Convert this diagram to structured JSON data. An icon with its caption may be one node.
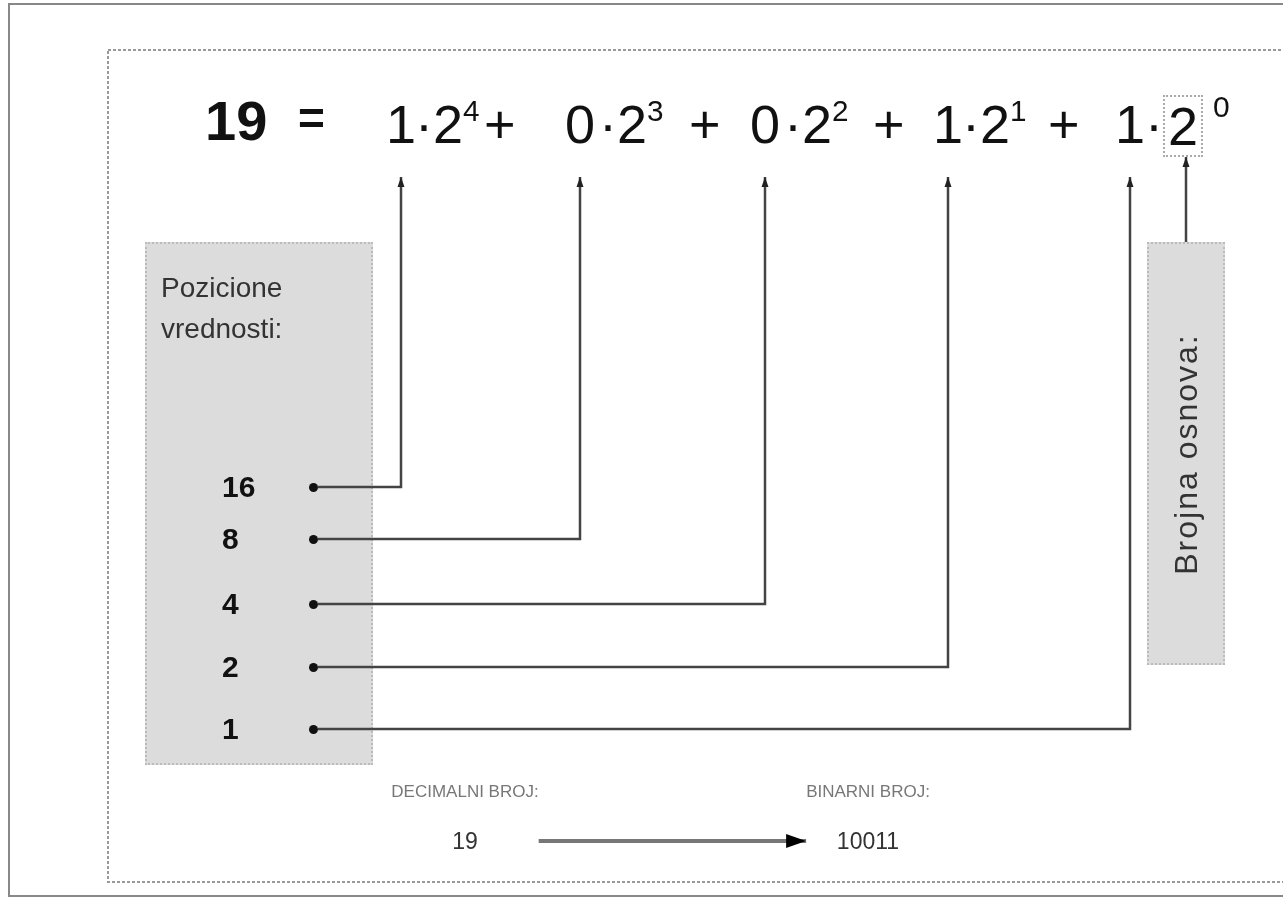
{
  "diagram": {
    "nodes": [
      {
        "text": [
          "1"
        ]
      },
      {
        "text": [
          "0"
        ]
      },
      {
        "text": [
          "0"
        ]
      },
      {
        "text": [
          "1"
        ]
      },
      {
        "text": [
          "1"
        ]
      },
      {
        "text": [
          "2"
        ],
        "beside": [
          "0"
        ]
      },
      {
        "text": [
          "Pozicione vrednosti:"
        ]
      },
      {
        "text": [
          "16"
        ],
        "in": 6
      },
      {
        "text": [
          "8"
        ],
        "in": 6
      },
      {
        "text": [
          "4"
        ],
        "in": 6
      },
      {
        "text": [
          "2"
        ],
        "in": 6
      },
      {
        "text": [
          "1"
        ],
        "in": 6
      },
      {
        "text": [
          "Brojna osnova:"
        ]
      },
      {
        "text": [
          "DECIMALNI BROJ:",
          "19"
        ]
      },
      {
        "text": [
          "BINARNI BROJ:",
          "10011"
        ]
      }
    ],
    "edges": [
      {
        "from": 7,
        "to": 0,
        "arrow": "to"
      },
      {
        "from": 8,
        "to": 1,
        "arrow": "to"
      },
      {
        "from": 9,
        "to": 2,
        "arrow": "to"
      },
      {
        "from": 10,
        "to": 3,
        "arrow": "to"
      },
      {
        "from": 11,
        "to": 4,
        "arrow": "to"
      },
      {
        "from": 12,
        "to": 5,
        "arrow": "to"
      },
      {
        "from": 13,
        "to": 14,
        "arrow": "to"
      }
    ],
    "labels": [
      "19",
      "=",
      "·2$^{4}$",
      "+",
      "·2$^{3}$",
      "+",
      "·2$^{2}$",
      "+",
      "·2$^{1}$",
      "+",
      "·"
    ]
  }
}
